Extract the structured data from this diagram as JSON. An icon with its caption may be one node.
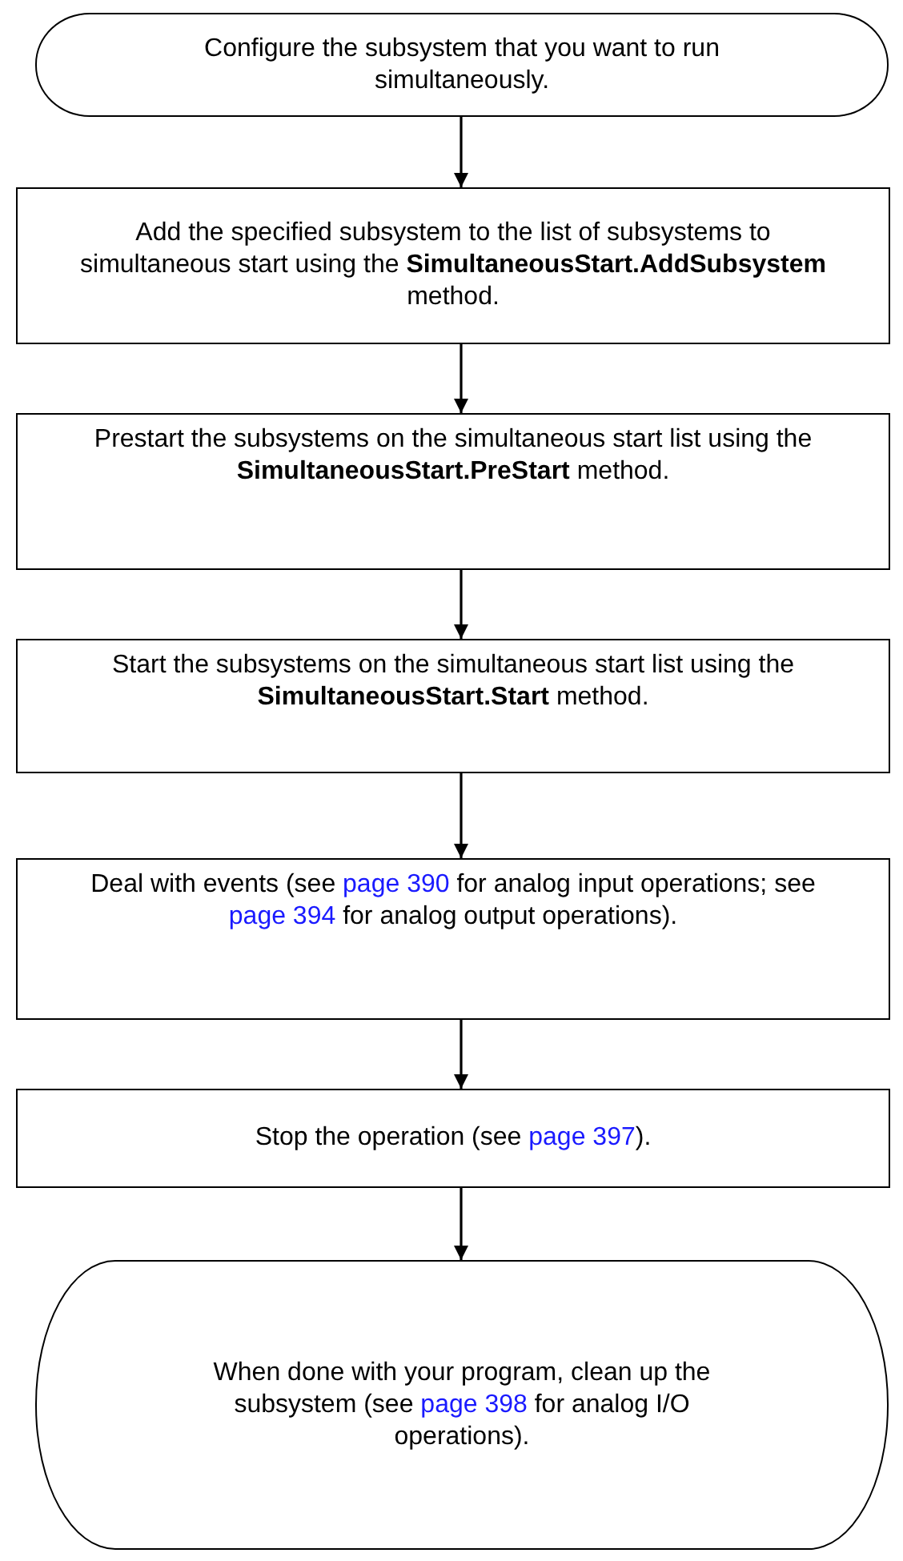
{
  "diagram": {
    "nodes": [
      {
        "text": [
          "Configure the subsystem that you want to run simultaneously."
        ]
      },
      {
        "text": [
          "Add the specified subsystem to the list of subsystems to simultaneous start using the **SimultaneousStart.AddSubsystem** method."
        ]
      },
      {
        "text": [
          "Prestart the subsystems on the simultaneous start list using the **SimultaneousStart.PreStart** method."
        ]
      },
      {
        "text": [
          "Start the subsystems on the simultaneous start list using the **SimultaneousStart.Start** method."
        ]
      },
      {
        "text": [
          "Deal with events (see *page 390* for analog input operations; see *page 394* for analog output operations)."
        ]
      },
      {
        "text": [
          "Stop the operation (see *page 397*)."
        ]
      },
      {
        "text": [
          "When done with your program, clean up the subsystem (see *page 398* for analog I/O operations)."
        ]
      }
    ],
    "edges": [
      {
        "from": 0,
        "to": 1,
        "arrow": "to"
      },
      {
        "from": 1,
        "to": 2,
        "arrow": "to"
      },
      {
        "from": 2,
        "to": 3,
        "arrow": "to"
      },
      {
        "from": 3,
        "to": 4,
        "arrow": "to"
      },
      {
        "from": 4,
        "to": 5,
        "arrow": "to"
      },
      {
        "from": 5,
        "to": 6,
        "arrow": "to"
      }
    ]
  }
}
